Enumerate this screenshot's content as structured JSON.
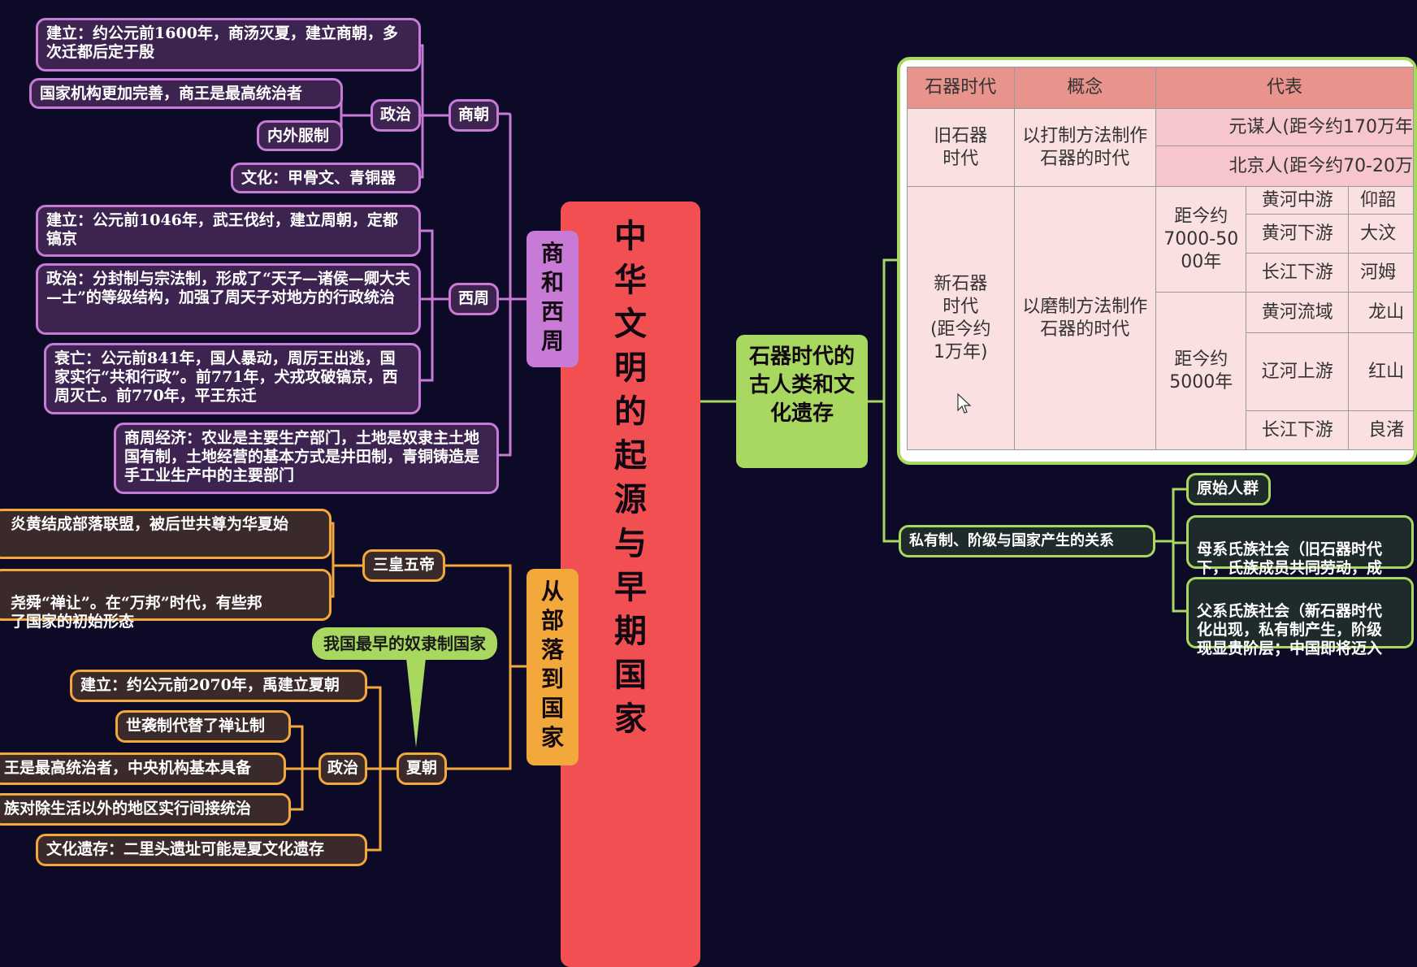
{
  "center": {
    "text": "中华文明的起源与早期国家",
    "color": "#f24f52"
  },
  "branches": {
    "shang_xizhou": {
      "label": "商和西周",
      "color": "#c77ad6",
      "shang": {
        "label": "商朝",
        "establish": "建立：约公元前1600年，商汤灭夏，建立商朝，多次迁都后定于殷",
        "politics_label": "政治",
        "politics": [
          "国家机构更加完善，商王是最高统治者",
          "内外服制"
        ],
        "culture": "文化：甲骨文、青铜器"
      },
      "xizhou": {
        "label": "西周",
        "establish": "建立：公元前1046年，武王伐纣，建立周朝，定都镐京",
        "politics": "政治：分封制与宗法制，形成了“天子—诸侯—卿大夫—士”的等级结构，加强了周天子对地方的行政统治",
        "decline": "衰亡：公元前841年，国人暴动，周厉王出逃，国家实行“共和行政”。前771年，犬戎攻破镐京，西周灭亡。前770年，平王东迁"
      },
      "economy": "商周经济：农业是主要生产部门，土地是奴隶主土地国有制，土地经营的基本方式是井田制，青铜铸造是手工业生产中的主要部门"
    },
    "buluo": {
      "label": "从部落到国家",
      "color": "#f2a83a",
      "sanhuang": {
        "label": "三皇五帝",
        "items": [
          "炎黄结成部落联盟，被后世共尊为华夏始",
          "尧舜“禅让”。在“万邦”时代，有些邦\n了国家的初始形态"
        ]
      },
      "xia": {
        "label": "夏朝",
        "callout": "我国最早的奴隶制国家",
        "establish": "建立：约公元前2070年，禹建立夏朝",
        "politics_label": "政治",
        "politics": [
          "世袭制代替了禅让制",
          "王是最高统治者，中央机构基本具备",
          "族对除生活以外的地区实行间接统治"
        ],
        "culture": "文化遗存：二里头遗址可能是夏文化遗存"
      }
    },
    "stone_age": {
      "label": "石器时代的古人类和文化遗存",
      "color": "#a8d860",
      "table": {
        "headers": [
          "石器时代",
          "概念",
          "代表"
        ],
        "paleo": {
          "era": "旧石器\n时代",
          "concept": "以打制方法制作石器的时代",
          "reps": [
            "元谋人(距今约170万年",
            "北京人(距今约70-20万"
          ]
        },
        "neo": {
          "era": "新石器\n时代\n(距今约\n1万年)",
          "concept": "以磨制方法制作石器的时代",
          "group1_time": "距今约\n7000-50\n00年",
          "group2_time": "距今约\n5000年",
          "rows": [
            {
              "region": "黄河中游",
              "culture": "仰韶"
            },
            {
              "region": "黄河下游",
              "culture": "大汶"
            },
            {
              "region": "长江下游",
              "culture": "河姆"
            },
            {
              "region": "黄河流域",
              "culture": "龙山"
            },
            {
              "region": "辽河上游",
              "culture": "红山"
            },
            {
              "region": "长江下游",
              "culture": "良渚"
            }
          ]
        }
      },
      "relation": {
        "label": "私有制、阶级与国家产生的关系",
        "items": [
          "原始人群",
          "母系氏族社会（旧石器时代\n下，氏族成员共同劳动，成",
          "父系氏族社会（新石器时代\n化出现，私有制产生，阶级\n现显贵阶层；中国即将迈入"
        ]
      }
    }
  }
}
